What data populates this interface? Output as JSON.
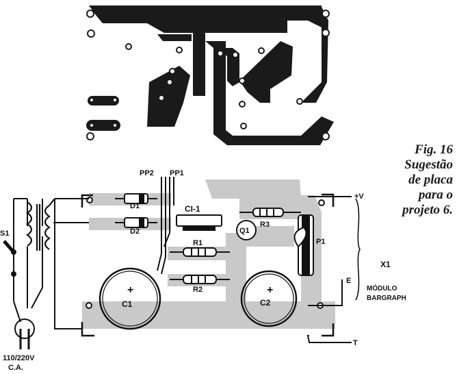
{
  "caption": {
    "fig": "Fig. 16",
    "lines": [
      "Sugestão",
      "de placa",
      "para o",
      "projeto 6."
    ]
  },
  "labels": {
    "pp2": "PP2",
    "pp1": "PP1",
    "d1": "D1",
    "d2": "D2",
    "ci1": "CI-1",
    "r3": "R3",
    "q1": "Q1",
    "r1": "R1",
    "r2": "R2",
    "p1": "P1",
    "c1": "C1",
    "c2": "C2",
    "s1": "S1",
    "plus_v": "+V",
    "e": "E",
    "t": "T",
    "x1": "X1",
    "module_line1": "MÓDULO",
    "module_line2": "BARGRAPH",
    "mains_line1": "110/220V",
    "mains_line2": "C.A."
  },
  "colors": {
    "copper": "#1a1a1a",
    "trace_shadow": "#c9c9c9",
    "ink": "#111111"
  }
}
